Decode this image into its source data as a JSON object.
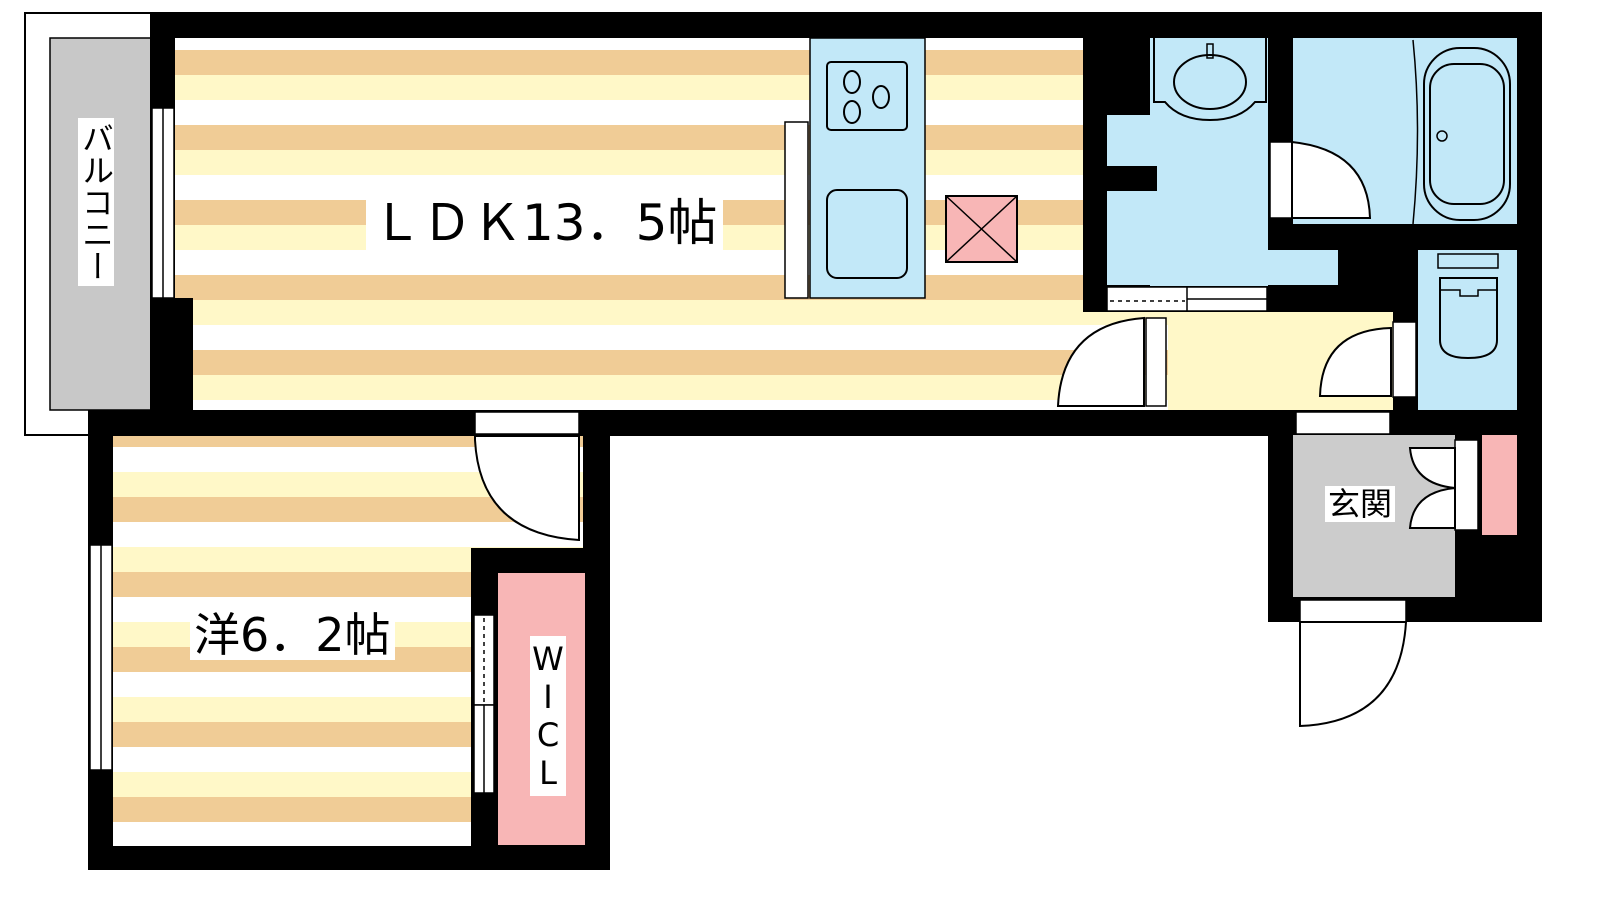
{
  "rooms": {
    "ldk": "ＬＤＫ13．5帖",
    "western": "洋6．2帖",
    "balcony": "バルコニー",
    "entrance": "玄関",
    "closet": "WICL"
  },
  "colors": {
    "wall": "#000000",
    "stripe_tan": "#F0CC96",
    "stripe_cream": "#FFF8C8",
    "wet_area": "#C2E8F8",
    "storage_pink": "#F8B6B6",
    "entrance_gray": "#CCCCCC",
    "balcony_gray": "#C8C8C8"
  }
}
